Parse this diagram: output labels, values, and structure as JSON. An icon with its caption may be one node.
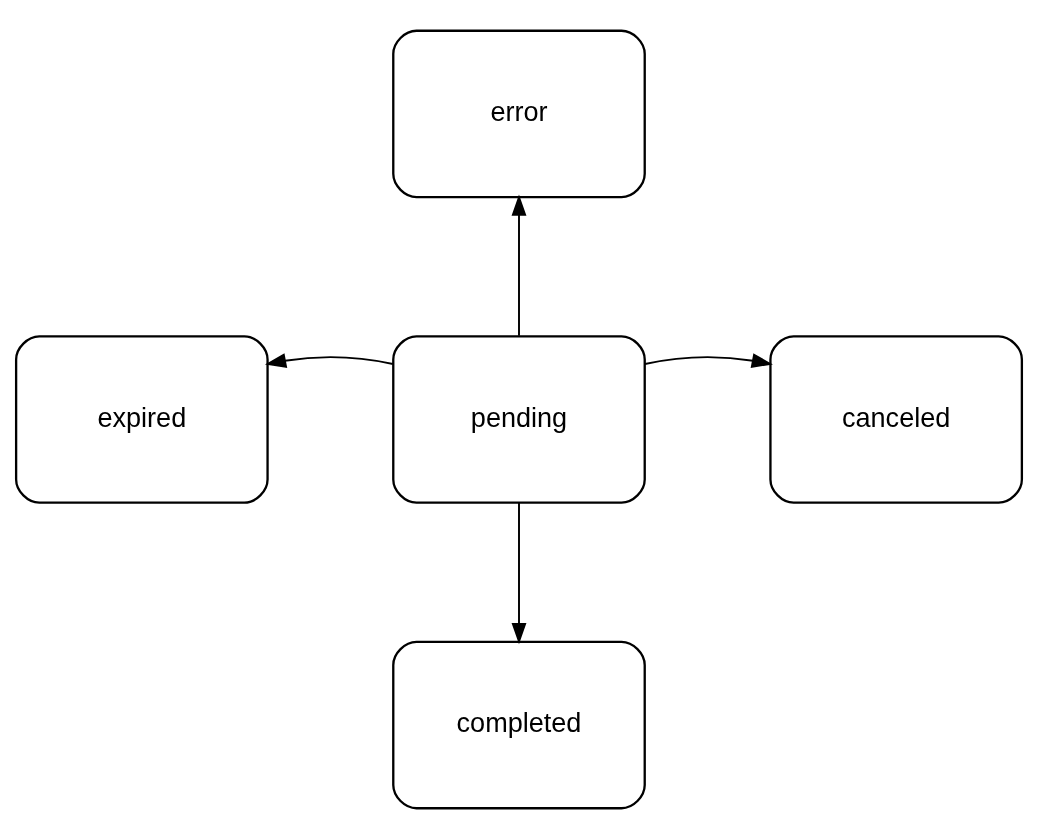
{
  "diagram": {
    "nodes": [
      {
        "text": [
          "error"
        ]
      },
      {
        "text": [
          "expired"
        ]
      },
      {
        "text": [
          "pending"
        ]
      },
      {
        "text": [
          "canceled"
        ]
      },
      {
        "text": [
          "completed"
        ]
      }
    ],
    "edges": [
      {
        "from": 2,
        "to": 0,
        "arrow": "to"
      },
      {
        "from": 2,
        "to": 1,
        "arrow": "to"
      },
      {
        "from": 2,
        "to": 3,
        "arrow": "to"
      },
      {
        "from": 2,
        "to": 4,
        "arrow": "to"
      }
    ]
  }
}
